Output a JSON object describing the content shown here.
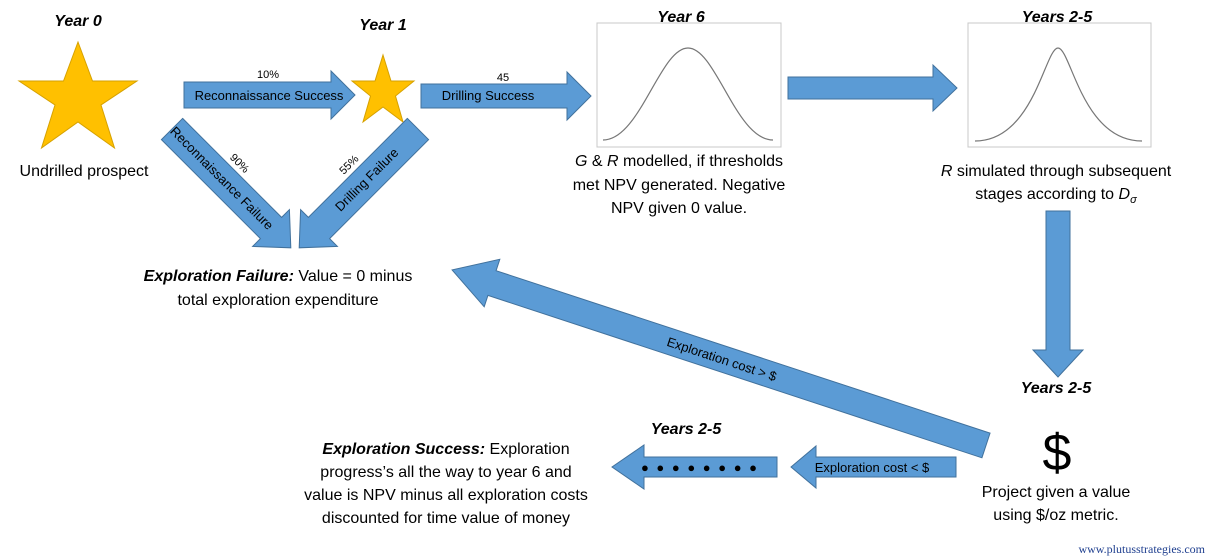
{
  "colors": {
    "arrow_fill": "#5b9bd5",
    "arrow_stroke": "#41719c",
    "star_fill": "#ffc000",
    "star_stroke": "#d6a100",
    "curve": "#777777",
    "box_border": "#c8c8c8",
    "watermark": "#1f3f8f"
  },
  "headers": {
    "year0": "Year 0",
    "year1": "Year 1",
    "year6": "Year 6",
    "years25_top": "Years 2-5",
    "years25_right": "Years 2-5",
    "years25_bottom": "Years 2-5"
  },
  "nodes": {
    "undrilled": "Undrilled prospect",
    "year6_line1_g": "G",
    "year6_line1_amp": " & ",
    "year6_line1_r": "R",
    "year6_line1_rest": " modelled, if thresholds",
    "year6_line2": "met NPV generated. Negative",
    "year6_line3": "NPV given 0 value.",
    "sim_line1_r": "R",
    "sim_line1_rest": " simulated through subsequent",
    "sim_line2": "stages according to ",
    "sim_line2_d": "D",
    "sim_line2_sigma": "σ",
    "fail_bold": "Exploration Failure:",
    "fail_line1_rest": " Value = 0 minus",
    "fail_line2": "total exploration expenditure",
    "success_bold": "Exploration Success:",
    "success_line1_rest": " Exploration",
    "success_line2": "progress’s all the way to year 6 and",
    "success_line3": "value is NPV minus all exploration costs",
    "success_line4": "discounted for time value of money",
    "dollar": "$",
    "project_line1": "Project given a value",
    "project_line2": "using $/oz metric.",
    "dots": "● ● ● ● ● ● ● ●"
  },
  "arrows": {
    "recon_success": "Reconnaissance Success",
    "recon_success_pct": "10%",
    "drilling_success": "Drilling Success",
    "drilling_success_pct": "45",
    "recon_failure": "Reconnaissance Failure",
    "recon_failure_pct": "90%",
    "drilling_failure": "Drilling Failure",
    "drilling_failure_pct": "55%",
    "cost_gt": "Exploration cost > $",
    "cost_lt": "Exploration cost < $"
  },
  "watermark": "www.plutusstrategies.com"
}
